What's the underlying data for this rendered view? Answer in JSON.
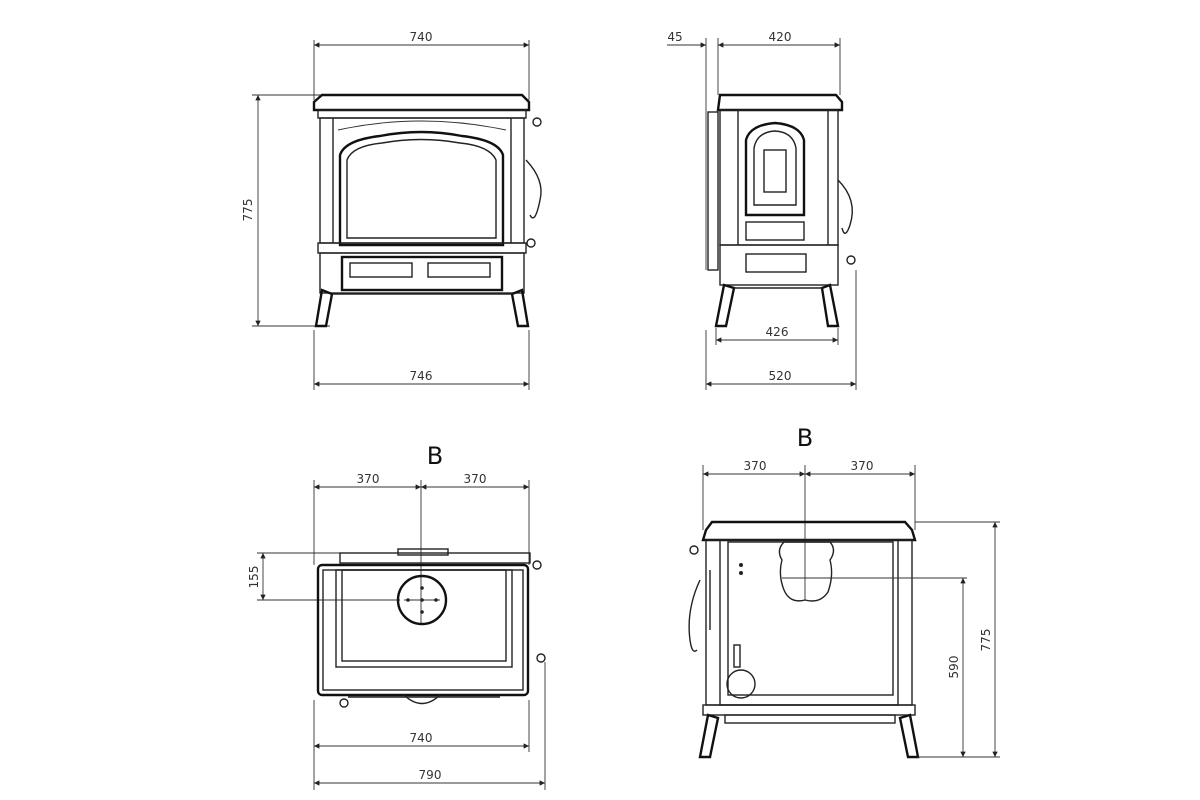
{
  "front_view": {
    "top_width": "740",
    "height": "775",
    "base_width": "746"
  },
  "side_view": {
    "door_offset": "45",
    "top_depth": "420",
    "leg_depth": "426",
    "total_depth": "520"
  },
  "top_view": {
    "section_label": "B",
    "left_half": "370",
    "right_half": "370",
    "flue_offset": "155",
    "body_width": "740",
    "total_width": "790"
  },
  "rear_view": {
    "section_label": "B",
    "left_half": "370",
    "right_half": "370",
    "flue_height": "590",
    "height": "775"
  }
}
